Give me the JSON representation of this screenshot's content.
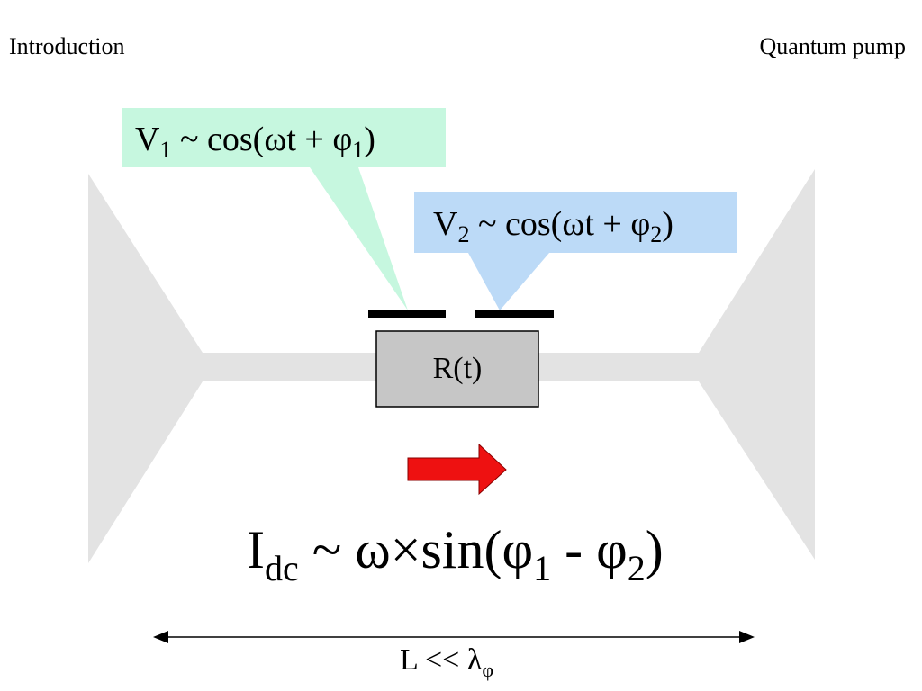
{
  "header": {
    "left_title": "Introduction",
    "right_title": "Quantum pump"
  },
  "diagram": {
    "gate1": {
      "lhs_var": "V",
      "lhs_sub": "1",
      "mid": " ~ cos(ωt + φ",
      "phase_sub": "1",
      "close": ")",
      "color": "#c6f7df"
    },
    "gate2": {
      "lhs_var": "V",
      "lhs_sub": "2",
      "mid": " ~ cos(ωt + φ",
      "phase_sub": "2",
      "close": ")",
      "color": "#bcdaf7"
    },
    "resistor_label": "R(t)",
    "resistor_fill": "#c6c6c6",
    "lead_color": "#e3e3e3",
    "arrow_color": "#ee1111",
    "formula": {
      "symbol": "I",
      "symbol_sub": "dc",
      "body": " ~ ω×sin(φ",
      "sub1": "1",
      "minus": " - φ",
      "sub2": "2",
      "close": ")"
    },
    "length": {
      "text": "L << λ",
      "sub": "φ"
    }
  }
}
